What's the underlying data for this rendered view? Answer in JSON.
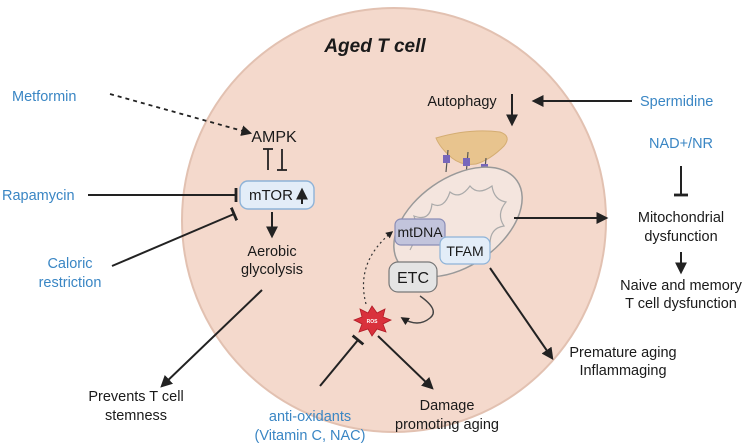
{
  "title": "Aged T cell",
  "labels": {
    "metformin": "Metformin",
    "rapamycin": "Rapamycin",
    "caloric_restriction_1": "Caloric",
    "caloric_restriction_2": "restriction",
    "spermidine": "Spermidine",
    "nad_nr": "NAD+/NR",
    "antioxidants_1": "anti-oxidants",
    "antioxidants_2": "(Vitamin C, NAC)",
    "ampk": "AMPK",
    "mtor": "mTOR",
    "aerobic_1": "Aerobic",
    "aerobic_2": "glycolysis",
    "autophagy": "Autophagy",
    "mtdna": "mtDNA",
    "tfam": "TFAM",
    "etc": "ETC",
    "ros": "ROS",
    "mito_dysfunction_1": "Mitochondrial",
    "mito_dysfunction_2": "dysfunction",
    "naive_memory_1": "Naive and memory",
    "naive_memory_2": "T cell dysfunction",
    "premature_1": "Premature aging",
    "premature_2": "Inflammaging",
    "prevents_1": "Prevents T cell",
    "prevents_2": "stemness",
    "damage_1": "Damage",
    "damage_2": "promoting aging"
  },
  "colors": {
    "cell_fill": "#f4d9cc",
    "cell_stroke": "#e2c1b1",
    "drug_blue": "#3a86c4",
    "box_fill": "#e3edf8",
    "box_stroke": "#8eb3d8",
    "mtdna_fill": "#c2c4dc",
    "etc_fill": "#e4e4e4",
    "ros_fill": "#d9313c",
    "er_fill": "#e8c48e",
    "mito_fill": "#f4e5de"
  }
}
